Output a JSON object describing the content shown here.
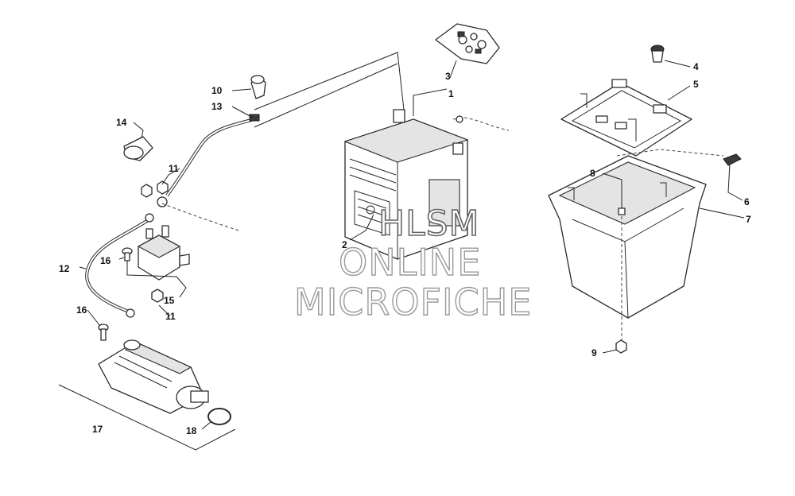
{
  "callouts": [
    {
      "id": "1",
      "text": "1"
    },
    {
      "id": "2",
      "text": "2"
    },
    {
      "id": "3",
      "text": "3"
    },
    {
      "id": "4",
      "text": "4"
    },
    {
      "id": "5",
      "text": "5"
    },
    {
      "id": "6",
      "text": "6"
    },
    {
      "id": "7",
      "text": "7"
    },
    {
      "id": "8",
      "text": "8"
    },
    {
      "id": "9",
      "text": "9"
    },
    {
      "id": "10",
      "text": "10"
    },
    {
      "id": "11a",
      "text": "11"
    },
    {
      "id": "11b",
      "text": "11"
    },
    {
      "id": "12",
      "text": "12"
    },
    {
      "id": "13",
      "text": "13"
    },
    {
      "id": "14",
      "text": "14"
    },
    {
      "id": "15",
      "text": "15"
    },
    {
      "id": "16a",
      "text": "16"
    },
    {
      "id": "16b",
      "text": "16"
    },
    {
      "id": "17",
      "text": "17"
    },
    {
      "id": "18",
      "text": "18"
    }
  ],
  "watermark": {
    "line1": "HLSM",
    "line2": "ONLINE",
    "line3": "MICROFICHE"
  }
}
